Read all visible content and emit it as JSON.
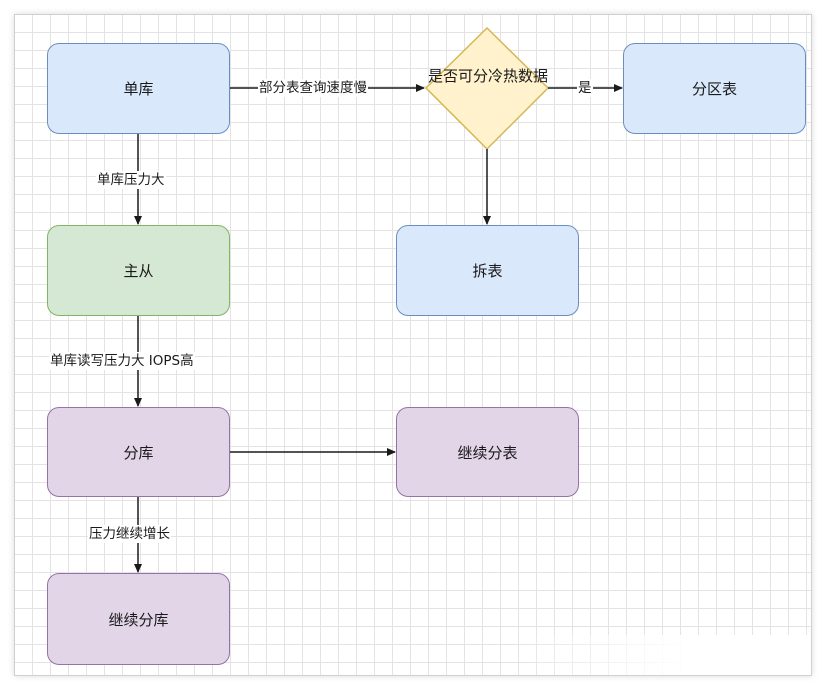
{
  "nodes": {
    "single_db": "单库",
    "master_slave": "主从",
    "sharding_db": "分库",
    "continue_sharding_db": "继续分库",
    "hot_cold_decision": "是否可分冷热数据",
    "partition_table": "分区表",
    "split_table": "拆表",
    "continue_split_table": "继续分表"
  },
  "edges": {
    "slow_query": "部分表查询速度慢",
    "yes": "是",
    "high_pressure": "单库压力大",
    "high_rw_iops": "单库读写压力大 IOPS高",
    "pressure_growing": "压力继续增长"
  },
  "colors": {
    "blue_fill": "#dae8fc",
    "blue_stroke": "#6c8ebf",
    "green_fill": "#d5e8d4",
    "green_stroke": "#82b366",
    "purple_fill": "#e1d5e7",
    "purple_stroke": "#9673a6",
    "diamond_fill": "#fff2cc",
    "diamond_stroke": "#d6b656",
    "connector": "#1a1a1a"
  }
}
